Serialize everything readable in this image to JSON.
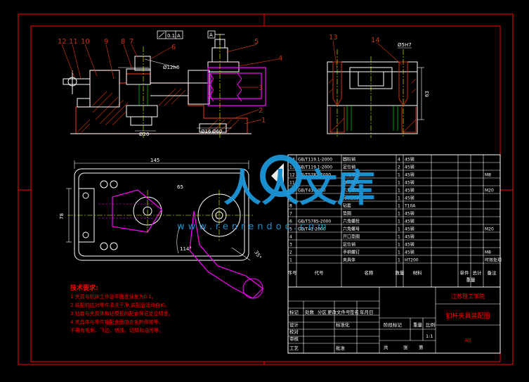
{
  "drawing": {
    "title_school": "江苏理工学院",
    "title_name": "扣杆夹具装配图",
    "scale": "1:1",
    "page_code": "A0",
    "watermark_brand": "人人文库",
    "watermark_url": "www.renrendoc.com"
  },
  "colors": {
    "background": "#000000",
    "frame": "#ff0000",
    "outline": "#ffffff",
    "part": "#c83214",
    "dimension": "#ffffff",
    "magenta": "#ff00ff",
    "green": "#00ff00",
    "yellow": "#ffff00",
    "watermark": "#1e9be0"
  },
  "balloons": {
    "front": [
      "12",
      "11",
      "10",
      "9",
      "8",
      "7",
      "6",
      "5",
      "4",
      "3",
      "2",
      "1"
    ],
    "side": [
      "13",
      "14"
    ]
  },
  "front_view": {
    "dims": [
      "Ø12h6",
      "Ø20",
      "Ø16",
      "Ø60"
    ],
    "datum": "A",
    "tol_value": "0.1",
    "tol_ref": "A"
  },
  "side_view": {
    "dims": [
      "Ø5H7",
      "63"
    ]
  },
  "top_view": {
    "dims": [
      "145",
      "78",
      "65",
      "114°",
      "35°"
    ]
  },
  "notes": {
    "heading": "技术要求:",
    "lines": [
      "1.夹具与机床工作台平面度误差为0.1。",
      "2.装配前应对零件清洗干净,装配后活动自如。",
      "3.钻套与夹具体和钻模板的配合保证定位精度。",
      "4.夹具体与零件相配合面应去毛刺倒棱等。",
      "不得有毛刺、飞边、锈蚀、切屑和油污等。"
    ]
  },
  "bom": {
    "headers": [
      "序号",
      "代号",
      "名称",
      "数量",
      "材料",
      "单件",
      "总计",
      "备注"
    ],
    "header_weight": "重量",
    "rows": [
      [
        "14",
        "GB/T119.1-2000",
        "圆柱销",
        "4",
        "45钢",
        "",
        "",
        ""
      ],
      [
        "13",
        "GB/T119.1-2000",
        "定位销",
        "2",
        "45钢",
        "",
        "",
        ""
      ],
      [
        "12",
        "GB/T5782-2000",
        "六角螺栓",
        "1",
        "45钢",
        "",
        "",
        "M8"
      ],
      [
        "11",
        "",
        "旋转螺杆",
        "1",
        "45钢",
        "",
        "",
        ""
      ],
      [
        "10",
        "GB/T41-2000",
        "六角螺母",
        "1",
        "45钢",
        "",
        "",
        "M20"
      ],
      [
        "9",
        "",
        "可调支承",
        "1",
        "45钢",
        "",
        "",
        ""
      ],
      [
        "8",
        "",
        "钻套",
        "1",
        "T10A",
        "",
        "",
        ""
      ],
      [
        "7",
        "",
        "垫圈",
        "1",
        "45钢",
        "",
        "",
        ""
      ],
      [
        "6",
        "GB/T5785-2000",
        "六角螺栓",
        "1",
        "45钢",
        "",
        "",
        ""
      ],
      [
        "5",
        "GB/T41-2000",
        "六角螺母",
        "1",
        "45钢",
        "",
        "",
        "M20"
      ],
      [
        "4",
        "",
        "开口垫圈",
        "1",
        "45钢",
        "",
        "",
        ""
      ],
      [
        "3",
        "",
        "定位销",
        "1",
        "45钢",
        "",
        "",
        ""
      ],
      [
        "2",
        "",
        "手柄螺钉",
        "1",
        "45钢",
        "",
        "",
        "M8"
      ],
      [
        "1",
        "",
        "夹具体",
        "1",
        "HT200",
        "",
        "",
        "时效处理"
      ]
    ]
  },
  "title_block": {
    "labels": [
      "标记",
      "处数",
      "分区",
      "更改文件号",
      "签名",
      "年月日"
    ],
    "roles": [
      "设计",
      "校对",
      "审核",
      "工艺"
    ],
    "std": "标准化",
    "approve": "批准",
    "stage": "阶段标记",
    "weight": "重量",
    "ratio": "比例",
    "sheet_total": "共",
    "sheet": "张",
    "sheet_of": "第"
  }
}
